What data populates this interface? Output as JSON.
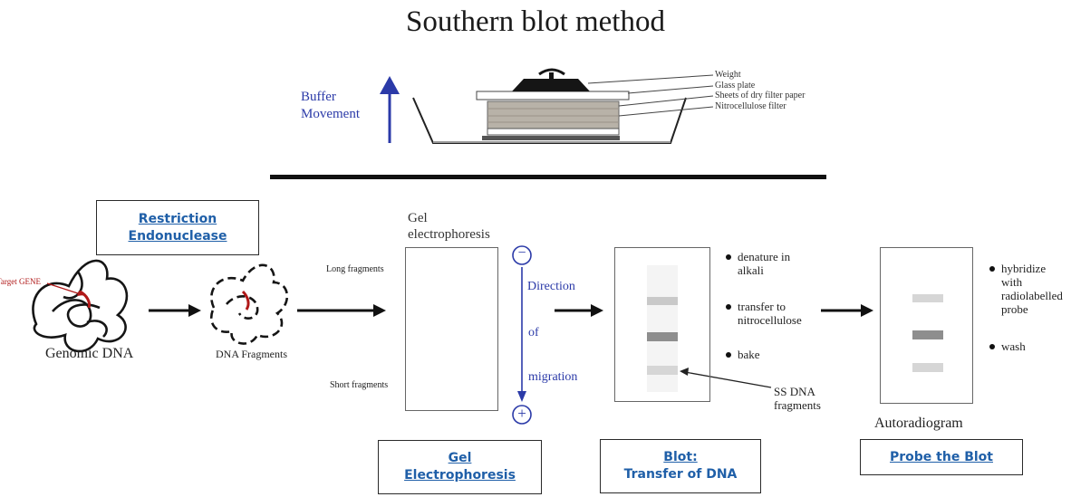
{
  "title": "Southern blot method",
  "apparatus": {
    "buffer_label_line1": "Buffer",
    "buffer_label_line2": "Movement",
    "layers": [
      "Weight",
      "Glass plate",
      "Sheets of dry filter paper",
      "Nitrocellulose filter"
    ]
  },
  "steps": {
    "restriction": {
      "line1": "Restriction",
      "line2": "Endonuclease"
    },
    "gel": {
      "line1": "Gel",
      "line2": "Electrophoresis"
    },
    "blot": {
      "line1": "Blot:",
      "line2": "Transfer of DNA"
    },
    "probe": {
      "line1": "Probe the Blot"
    }
  },
  "dna": {
    "target_gene": "Target GENE",
    "genomic": "Genomic DNA",
    "fragments": "DNA Fragments"
  },
  "gel_panel": {
    "heading_line1": "Gel",
    "heading_line2": "electrophoresis",
    "long": "Long fragments",
    "short": "Short fragments",
    "minus": "−",
    "plus": "+",
    "direction": [
      "Direction",
      "of",
      "migration"
    ]
  },
  "blot_panel": {
    "bullets": [
      "denature in\nalkali",
      "transfer to\nnitrocellulose",
      "bake"
    ],
    "ss_label_line1": "SS DNA",
    "ss_label_line2": "fragments"
  },
  "probe_panel": {
    "bullets": [
      "hybridize\nwith\nradiolabelled\nprobe",
      "wash"
    ],
    "caption": "Autoradiogram"
  },
  "colors": {
    "link": "#1f5fa8",
    "annotation_blue": "#2b3aa8",
    "target_red": "#b01818"
  }
}
